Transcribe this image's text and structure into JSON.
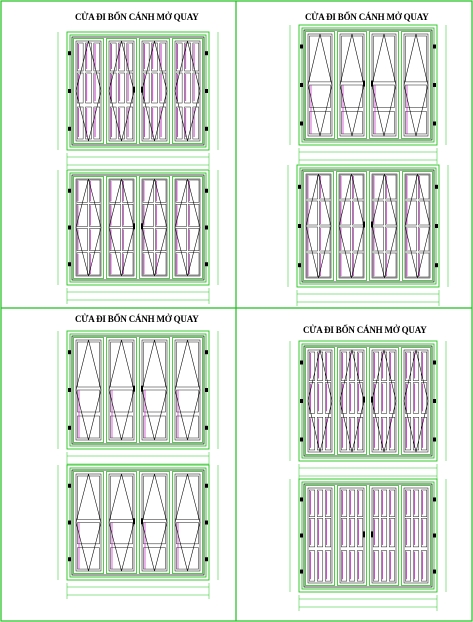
{
  "colors": {
    "frame_green": "#22c41a",
    "line_black": "#000000",
    "accent_magenta": "#c000c0",
    "sheet_border": "#1fbf1f"
  },
  "panels": [
    {
      "title": "CỬA ĐI BỐN CÁNH MỞ QUAY",
      "door_top_style": "vertical-rails",
      "door_bottom_style": "grid"
    },
    {
      "title": "CỬA ĐI BỐN CÁNH MỞ QUAY",
      "door_top_style": "diamond",
      "door_bottom_style": "diamond-bars"
    },
    {
      "title": "CỬA ĐI BỐN CÁNH MỞ QUAY",
      "door_top_style": "diamond-wide",
      "door_bottom_style": "arch"
    },
    {
      "title": "CỬA ĐI BỐN CÁNH MỞ QUAY",
      "door_top_style": "vertical-diamond",
      "door_bottom_style": "stripes"
    }
  ]
}
